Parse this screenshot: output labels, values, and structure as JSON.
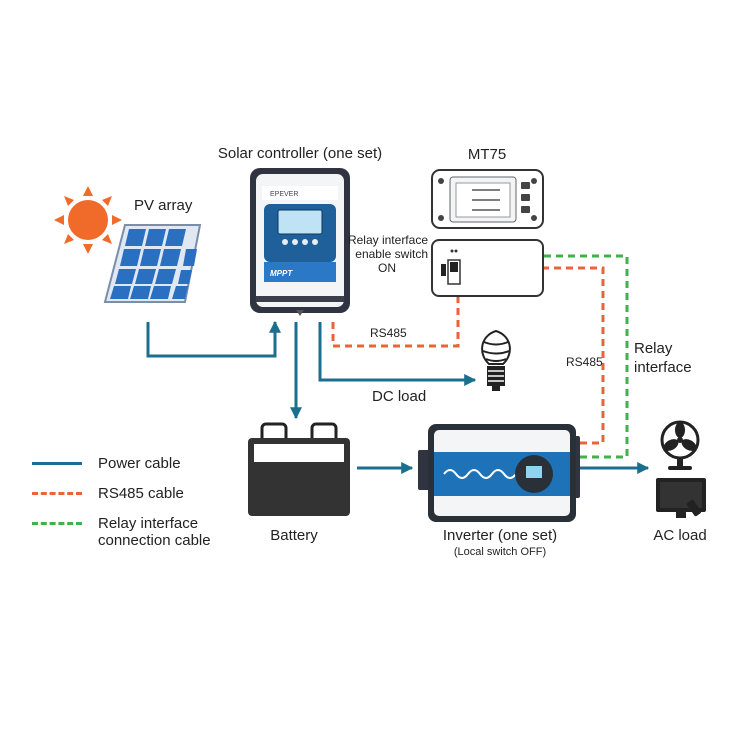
{
  "labels": {
    "pv_array": "PV array",
    "solar_controller": "Solar controller (one set)",
    "mt75": "MT75",
    "relay_switch_line1": "Relay interface",
    "relay_switch_line2": "enable switch",
    "relay_switch_line3": "ON",
    "rs485_top": "RS485",
    "rs485_vertical": "RS485",
    "relay_interface_line1": "Relay",
    "relay_interface_line2": "interface",
    "dc_load": "DC load",
    "battery": "Battery",
    "inverter": "Inverter (one set)",
    "inverter_note": "(Local switch OFF)",
    "ac_load": "AC load",
    "controller_badge": "MPPT"
  },
  "legend": {
    "power": "Power cable",
    "rs485": "RS485 cable",
    "relay_line1": "Relay interface",
    "relay_line2": "connection cable"
  },
  "colors": {
    "power_cable": "#1b6f8e",
    "rs485_cable": "#e8643a",
    "relay_cable": "#3fb24a",
    "sun": "#f06a2a",
    "panel": "#2a6fc0"
  },
  "icons": [
    "sun-icon",
    "solar-panel-icon",
    "solar-controller-icon",
    "mt75-meter-icon",
    "relay-module-icon",
    "light-bulb-icon",
    "battery-icon",
    "inverter-icon",
    "fan-icon",
    "tv-icon"
  ]
}
